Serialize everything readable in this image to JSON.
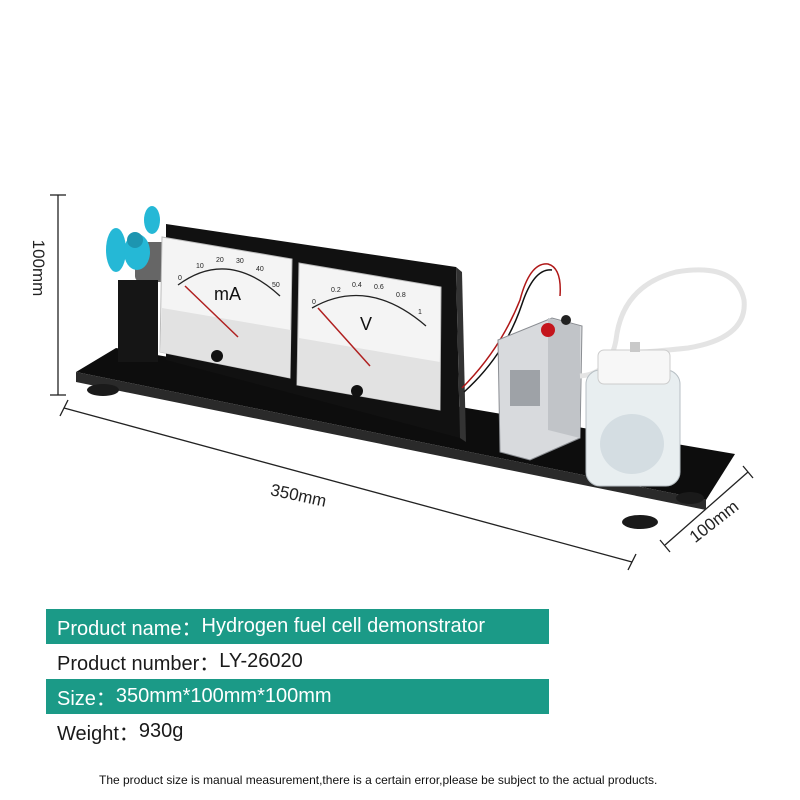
{
  "dimensions": {
    "height": "100mm",
    "length": "350mm",
    "depth": "100mm"
  },
  "meters": {
    "milliammeter": {
      "unit": "mA",
      "scale": [
        "0",
        "10",
        "20",
        "30",
        "40",
        "50"
      ]
    },
    "voltmeter": {
      "unit": "V",
      "scale": [
        "0",
        "0.2",
        "0.4",
        "0.6",
        "0.8",
        "1"
      ]
    }
  },
  "info": {
    "name": {
      "label": "Product name：",
      "value": "Hydrogen fuel cell demonstrator"
    },
    "number": {
      "label": "Product number：",
      "value": "LY-26020"
    },
    "size": {
      "label": "Size：",
      "value": "350mm*100mm*100mm"
    },
    "weight": {
      "label": "Weight：",
      "value": "930g"
    }
  },
  "disclaimer": "The product size is manual measurement,there is a certain error,please be subject to the actual products.",
  "colors": {
    "accent_teal": "#1b9a87",
    "fan_blue": "#25b8d6",
    "panel_black": "#111111"
  }
}
